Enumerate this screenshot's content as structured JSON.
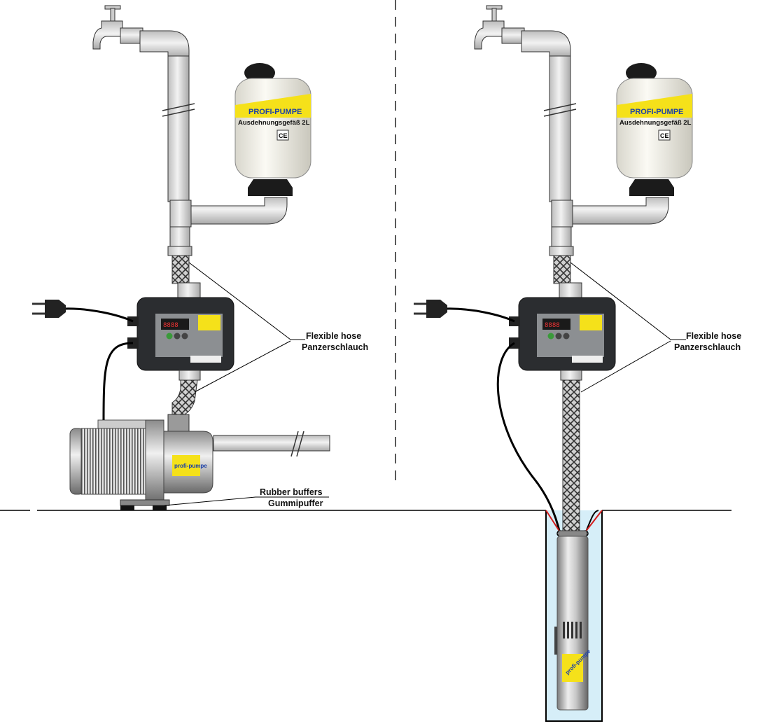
{
  "labels": {
    "flexible_hose_en": "Flexible hose",
    "flexible_hose_de": "Panzerschlauch",
    "rubber_buffers_en": "Rubber buffers",
    "rubber_buffers_de": "Gummipuffer"
  },
  "tank": {
    "brand": "PROFI-PUMPE",
    "name": "Ausdehnungsgefäß 2L",
    "ce": "CE"
  },
  "pump_logo": "profi-pumpe",
  "controller": {
    "display": "8888"
  },
  "colors": {
    "pipe": "#d4d4d4",
    "controller": "#2b2d30",
    "brand_yellow": "#f5e11a",
    "brand_blue": "#1a3fa8",
    "water": "#d6eef8",
    "cable_seal": "#d21a1a"
  }
}
